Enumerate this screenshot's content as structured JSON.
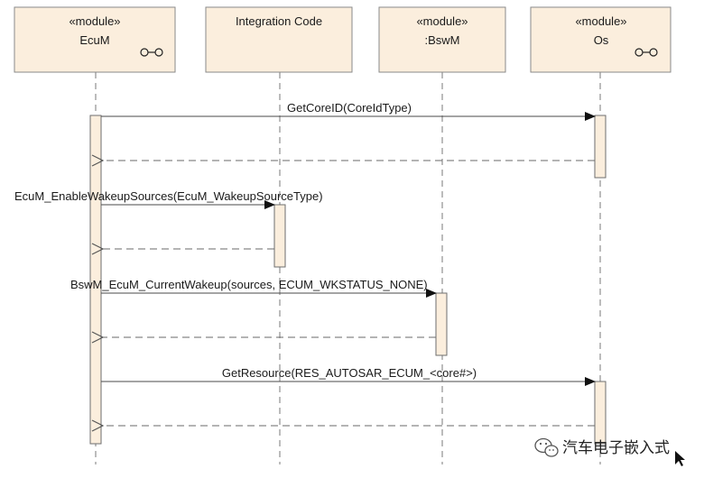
{
  "lifelines": [
    {
      "id": "ecum",
      "stereotype": "«module»",
      "name": "EcuM",
      "component_icon": true
    },
    {
      "id": "integration",
      "stereotype": "",
      "name": "Integration Code",
      "component_icon": false
    },
    {
      "id": "bswm",
      "stereotype": "«module»",
      "name": ":BswM",
      "component_icon": false
    },
    {
      "id": "os",
      "stereotype": "«module»",
      "name": "Os",
      "component_icon": true
    }
  ],
  "messages": [
    {
      "label": "GetCoreID(CoreIdType)",
      "from": "ecum",
      "to": "os",
      "kind": "sync-call"
    },
    {
      "label": "",
      "from": "os",
      "to": "ecum",
      "kind": "return"
    },
    {
      "label": "EcuM_EnableWakeupSources(EcuM_WakeupSourceType)",
      "from": "ecum",
      "to": "integration",
      "kind": "sync-call"
    },
    {
      "label": "",
      "from": "integration",
      "to": "ecum",
      "kind": "return"
    },
    {
      "label": "BswM_EcuM_CurrentWakeup(sources, ECUM_WKSTATUS_NONE)",
      "from": "ecum",
      "to": "bswm",
      "kind": "sync-call"
    },
    {
      "label": "",
      "from": "bswm",
      "to": "ecum",
      "kind": "return"
    },
    {
      "label": "GetResource(RES_AUTOSAR_ECUM_<core#>)",
      "from": "ecum",
      "to": "os",
      "kind": "sync-call"
    },
    {
      "label": "",
      "from": "os",
      "to": "ecum",
      "kind": "return"
    }
  ],
  "watermark": {
    "text": "汽车电子嵌入式",
    "icon": "wechat-icon"
  },
  "colors": {
    "box_fill": "#fbeedd",
    "line": "#4a4a4a"
  }
}
